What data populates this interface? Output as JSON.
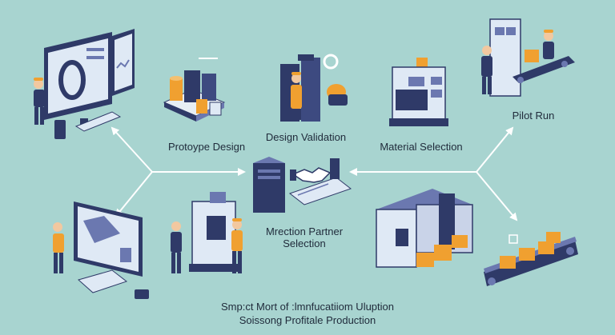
{
  "labels": {
    "prototype_design": "Protoype Design",
    "design_validation": "Design Validation",
    "material_selection": "Material Selection",
    "pilot_run": "Pilot Run",
    "partner_selection_line1": "Mrection Partner",
    "partner_selection_line2": "Selection"
  },
  "caption": {
    "line1": "Smp:ct Mort of :lmnfucatiiom Uluption",
    "line2": "Soissong Profitale Production"
  },
  "colors": {
    "background": "#a8d4d0",
    "navy": "#2f3a68",
    "slate": "#6b78b0",
    "orange": "#f0a030",
    "arrow": "#ffffff"
  }
}
